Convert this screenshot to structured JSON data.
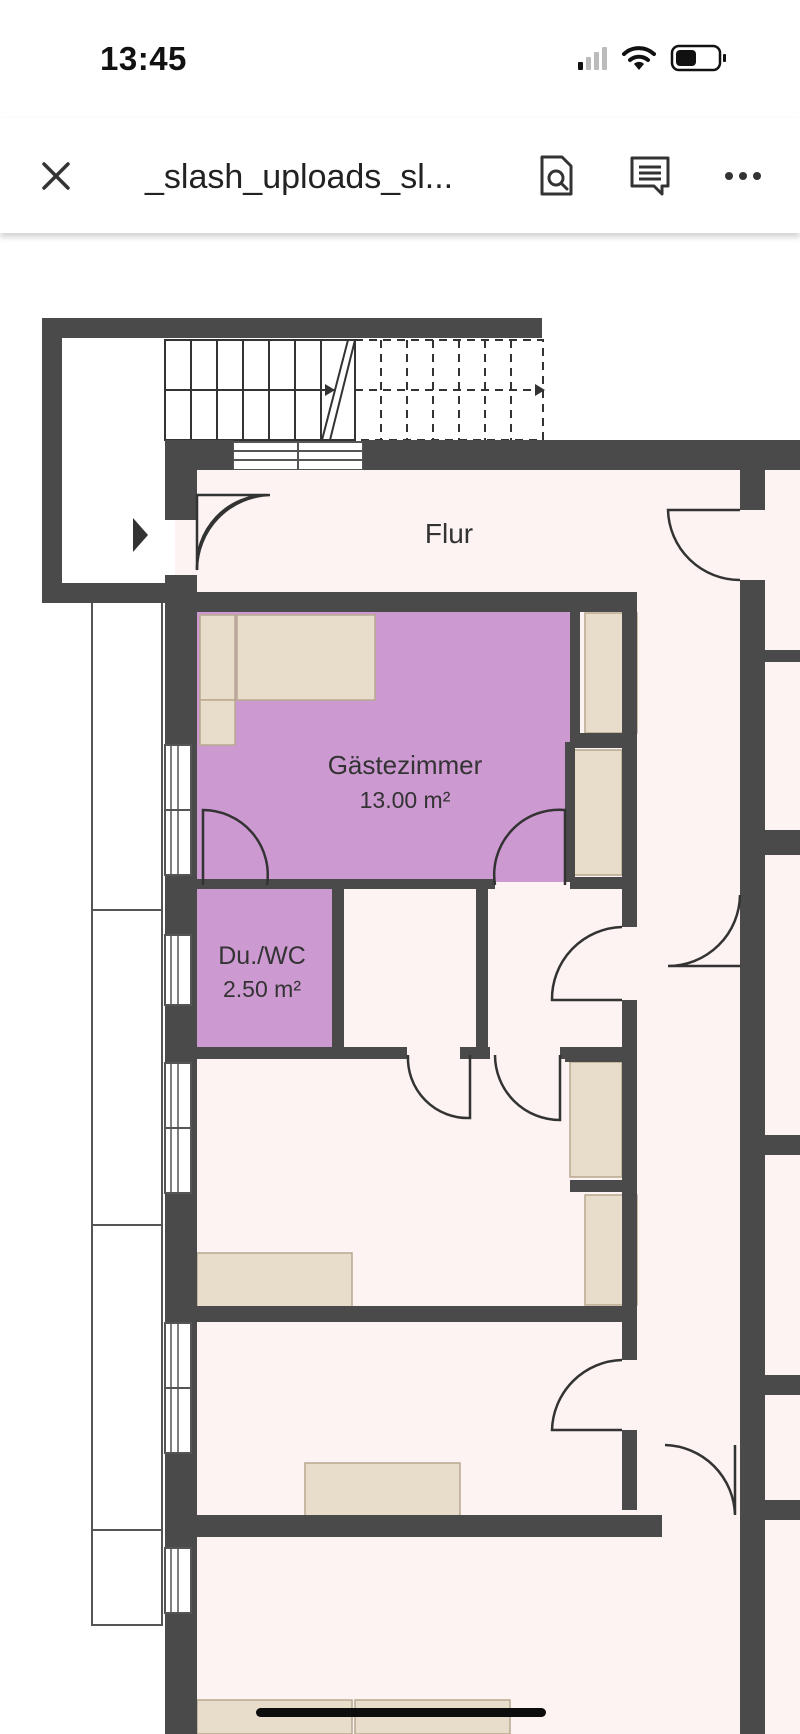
{
  "status_bar": {
    "time": "13:45",
    "icons": [
      "cellular-signal-icon",
      "wifi-icon",
      "battery-icon"
    ]
  },
  "toolbar": {
    "title": "_slash_uploads_sl...",
    "buttons": [
      {
        "name": "close-icon"
      },
      {
        "name": "find-in-page-icon"
      },
      {
        "name": "comment-icon"
      },
      {
        "name": "more-options-icon"
      }
    ]
  },
  "floor_plan": {
    "rooms": [
      {
        "name": "Flur"
      },
      {
        "name": "Gästezimmer",
        "area": "13.00 m²"
      },
      {
        "name": "Du./WC",
        "area": "2.50 m²"
      }
    ]
  },
  "colors": {
    "wall": "#4a4a4a",
    "room_highlight": "#cc99d1",
    "floor": "#fdf3f3",
    "furniture": "#e8dccb"
  }
}
